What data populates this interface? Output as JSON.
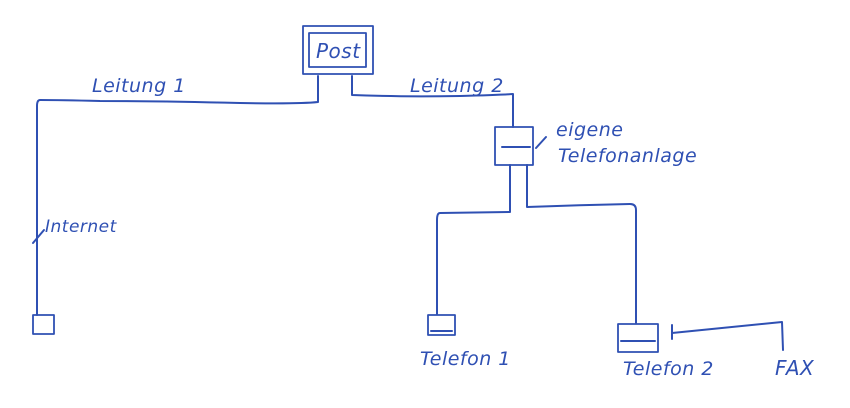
{
  "colors": {
    "ink": "#2f50b3",
    "paper": "#ffffff"
  },
  "labels": {
    "post": "Post",
    "line1": "Leitung 1",
    "line2": "Leitung 2",
    "pbx_line1": "eigene",
    "pbx_line2": "Telefonanlage",
    "internet": "Internet",
    "phone1": "Telefon 1",
    "phone2": "Telefon 2",
    "fax": "FAX"
  }
}
